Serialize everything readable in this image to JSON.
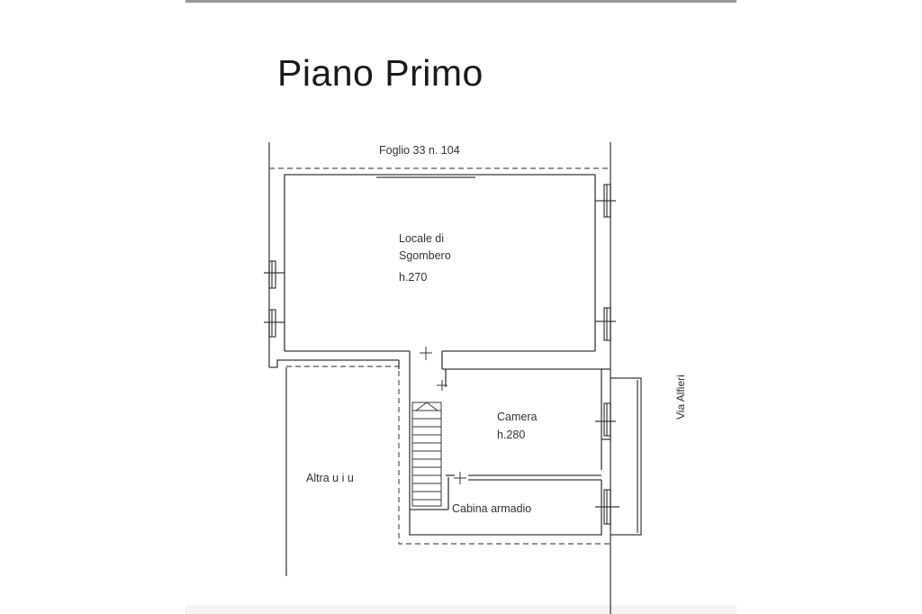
{
  "page": {
    "title": "Piano Primo"
  },
  "plan": {
    "parcel_label": "Foglio 33 n. 104",
    "street_label": "Via Alfieri",
    "other_unit_label": "Altra u i u",
    "rooms": {
      "sgombero": {
        "name_line1": "Locale di",
        "name_line2": "Sgombero",
        "height": "h.270"
      },
      "camera": {
        "name": "Camera",
        "height": "h.280"
      },
      "cabina": {
        "name": "Cabina armadio"
      }
    }
  },
  "colors": {
    "wall": "#3a3a3a",
    "dashed": "#555555",
    "text": "#333333"
  }
}
